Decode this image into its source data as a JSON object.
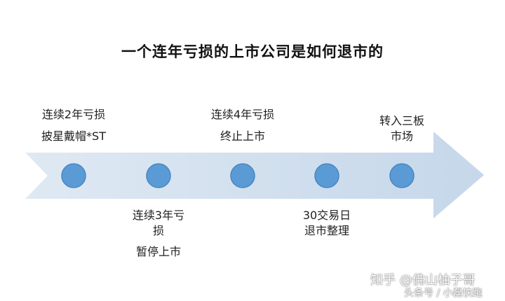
{
  "title": "一个连年亏损的上市公司是如何退市的",
  "milestones": [
    {
      "lines": [
        "连续2年亏损",
        "披星戴帽*ST"
      ]
    },
    {
      "lines": [
        "连续3年亏",
        "损",
        "暂停上市"
      ]
    },
    {
      "lines": [
        "连续4年亏损",
        "终止上市"
      ]
    },
    {
      "lines": [
        "30交易日",
        "退市整理"
      ]
    },
    {
      "lines": [
        "转入三板",
        "市场"
      ]
    }
  ],
  "watermark": {
    "line1": "知乎 @佛山柚子哥",
    "line2": "头条号 / 小磊快跑"
  },
  "colors": {
    "arrow_light": "#dfe9f3",
    "arrow_dark": "#c5d7ea",
    "node_fill": "#5b9bd5",
    "node_stroke": "#4a86c0"
  }
}
